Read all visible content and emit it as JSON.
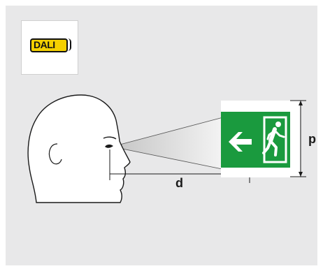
{
  "badge": {
    "text": "DALI",
    "color": "#f5d000"
  },
  "labels": {
    "distance": "d",
    "height": "p"
  },
  "sign": {
    "color": "#1a9a3e",
    "arrow": "left-arrow-icon",
    "figure": "running-man-icon"
  },
  "colors": {
    "panel": "#e8e8e9",
    "line": "#1a1a1a"
  }
}
